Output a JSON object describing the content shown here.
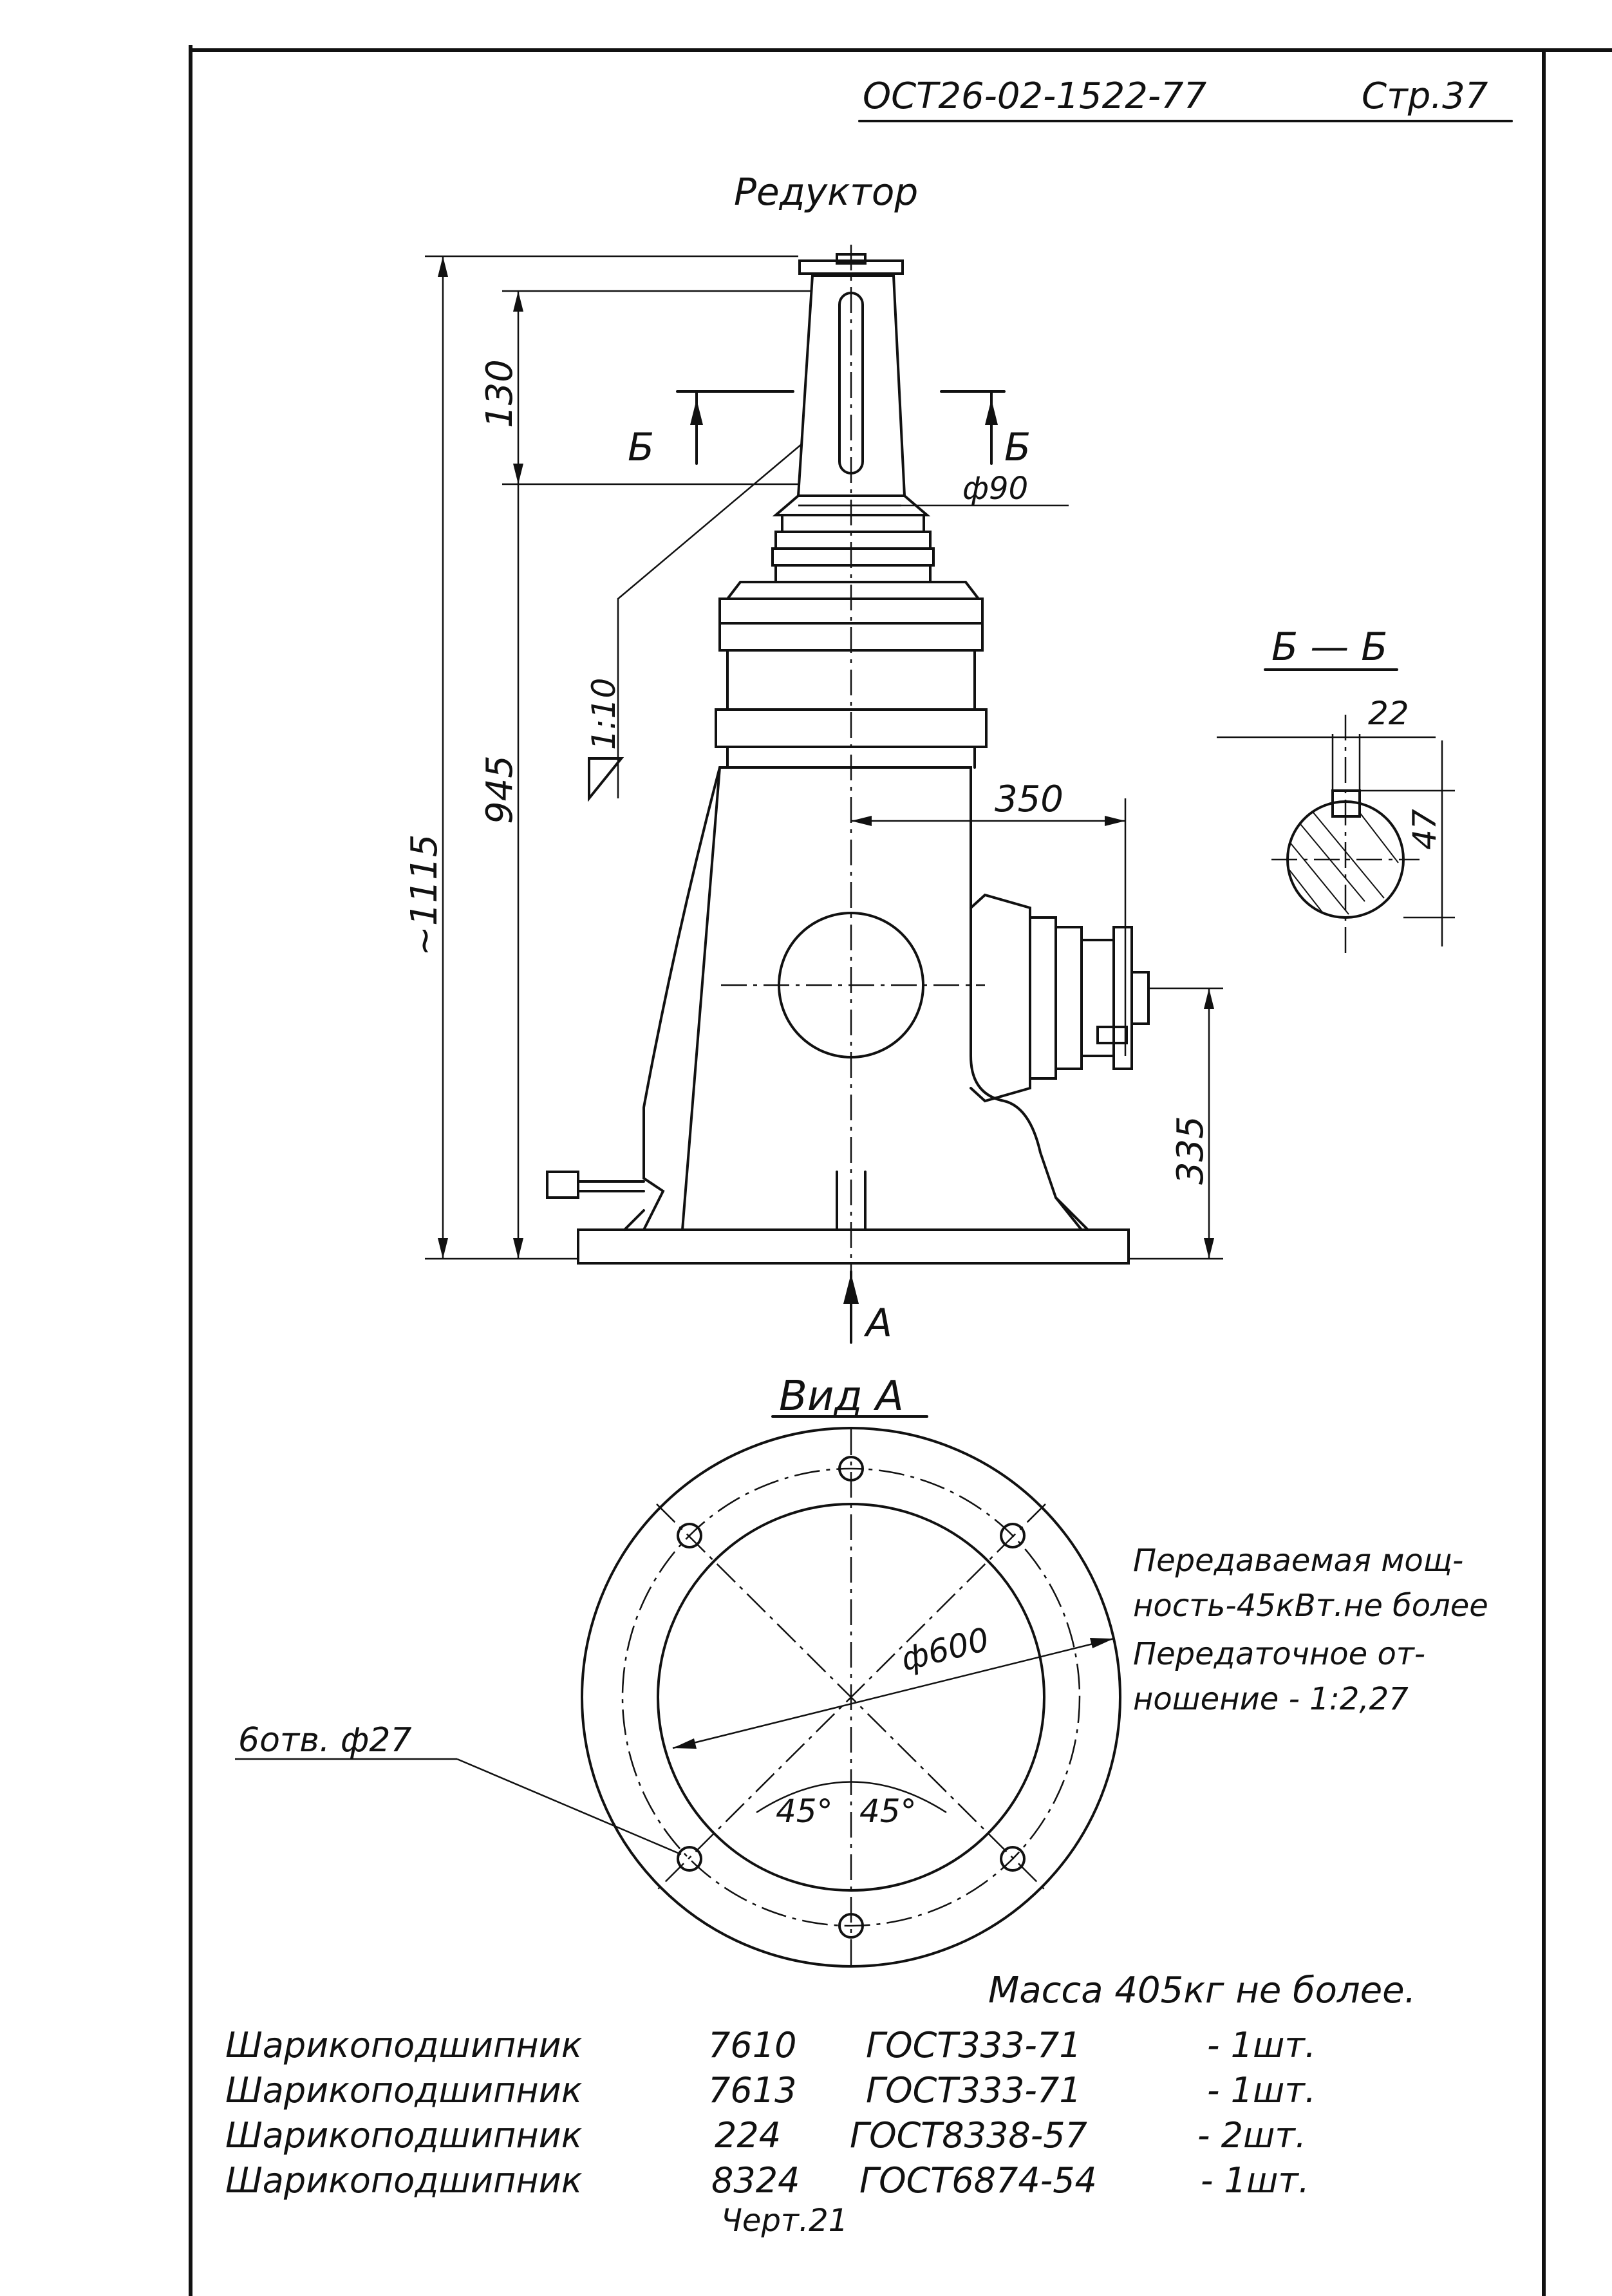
{
  "header": {
    "doc_number": "ОСТ26-02-1522-77",
    "page": "Стр.37"
  },
  "title": "Редуктор",
  "dimensions": {
    "d130": "130",
    "d945": "945",
    "d1115": "~1115",
    "d350": "350",
    "d335": "335",
    "phi90": "ф90",
    "taper": "1:10",
    "section_b_left": "Б",
    "section_b_right": "Б",
    "arrow_a": "А"
  },
  "section_bb": {
    "title": "Б — Б",
    "d22": "22",
    "d47": "47"
  },
  "view_a": {
    "title": "Вид А",
    "phi600": "ф600",
    "holes": "6отв. ф27",
    "angle1": "45°",
    "angle2": "45°"
  },
  "specs": {
    "line1": "Передаваемая мощ-",
    "line2": "ность-45кВт.не более",
    "line3": "Передаточное от-",
    "line4": "ношение - 1:2,27"
  },
  "mass": "Масса  405кг не более.",
  "parts": [
    {
      "name": "Шарикоподшипник",
      "number": "7610",
      "standard": "ГОСТ333-71",
      "qty": "- 1шт."
    },
    {
      "name": "Шарикоподшипник",
      "number": "7613",
      "standard": "ГОСТ333-71",
      "qty": "- 1шт."
    },
    {
      "name": "Шарикоподшипник",
      "number": "224",
      "standard": "ГОСТ8338-57",
      "qty": "- 2шт."
    },
    {
      "name": "Шарикоподшипник",
      "number": "8324",
      "standard": "ГОСТ6874-54",
      "qty": "- 1шт."
    }
  ],
  "drawing_ref": "Черт.21"
}
